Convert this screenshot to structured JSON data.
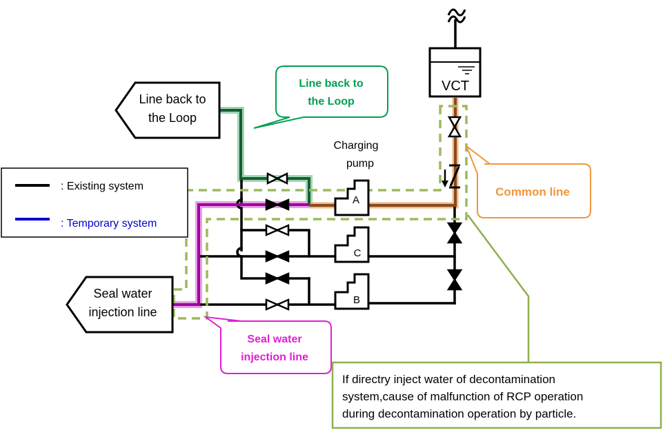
{
  "legend": {
    "existing": ": Existing system",
    "temporary": ": Temporary system"
  },
  "pentagons": {
    "line_back_line1": "Line back to",
    "line_back_line2": "the Loop",
    "seal_line1": "Seal water",
    "seal_line2": "injection line"
  },
  "callouts": {
    "line_back_line1": "Line back to",
    "line_back_line2": "the Loop",
    "seal_line1": "Seal water",
    "seal_line2": "injection line",
    "common": "Common line"
  },
  "tank": {
    "label": "VCT"
  },
  "pump_caption": {
    "line1": "Charging",
    "line2": "pump"
  },
  "pumps": {
    "a": "A",
    "b": "B",
    "c": "C"
  },
  "note": {
    "line1": "If directry inject water of decontamination",
    "line2": "system,cause of malfunction of RCP operation",
    "line3": "during decontamination operation by particle."
  },
  "colors": {
    "existing": "#000000",
    "temporary": "#0000cc",
    "line_back": "#1a5c2e",
    "line_back_glow": "#9ed6b6",
    "line_back_text": "#00a050",
    "seal": "#a000a0",
    "seal_glow": "#e6a0e6",
    "seal_text": "#e020d0",
    "common_pipe": "#8a4a1a",
    "common_glow": "#f0b88a",
    "common_text": "#f0963c",
    "dashed_boundary": "#9bbb59",
    "note_border": "#8db04b"
  }
}
